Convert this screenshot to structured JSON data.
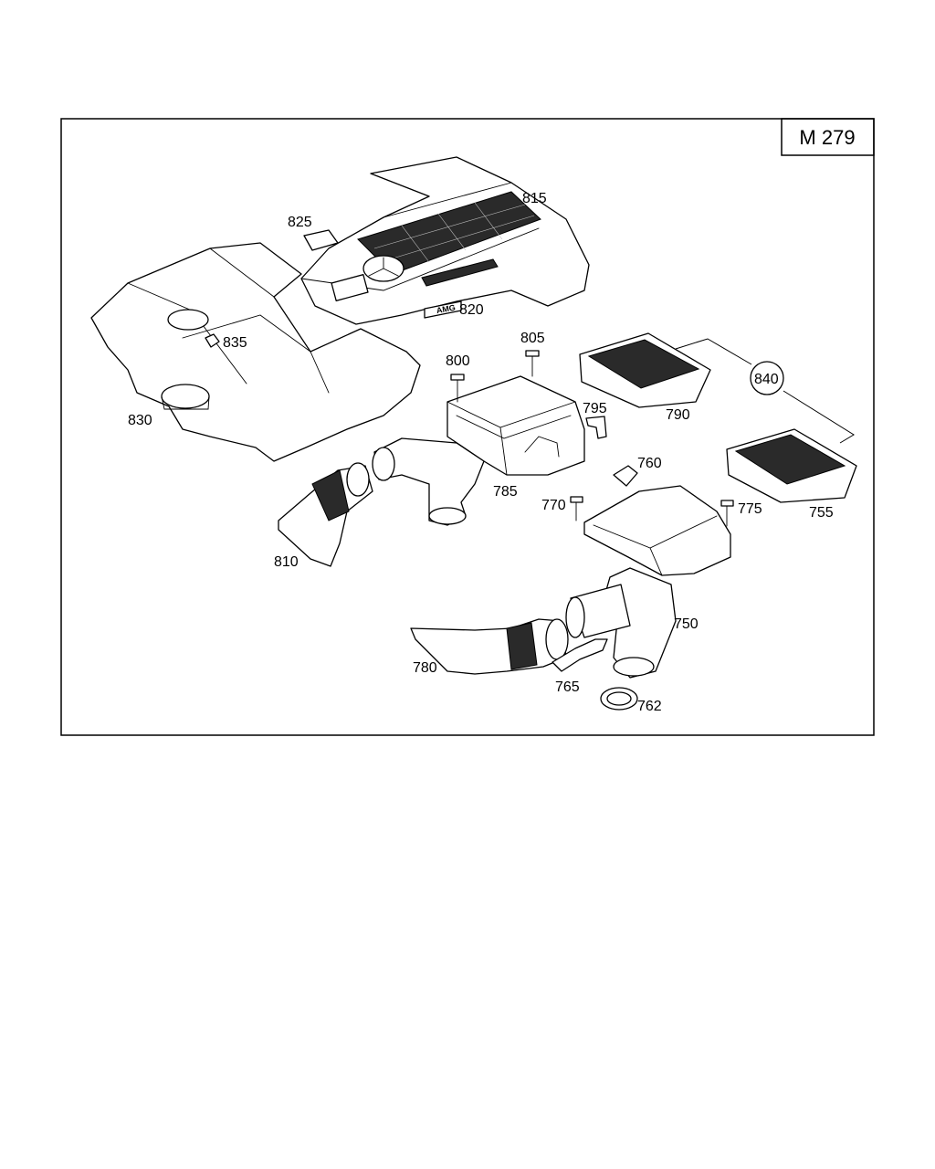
{
  "diagram": {
    "model_code": "M 279",
    "callouts": {
      "p750": "750",
      "p755": "755",
      "p760": "760",
      "p762": "762",
      "p765": "765",
      "p770": "770",
      "p775": "775",
      "p780": "780",
      "p785": "785",
      "p790": "790",
      "p795": "795",
      "p800": "800",
      "p805": "805",
      "p810": "810",
      "p815": "815",
      "p820": "820",
      "p825": "825",
      "p830": "830",
      "p835": "835",
      "p840": "840"
    },
    "badge_text": "AMG"
  }
}
